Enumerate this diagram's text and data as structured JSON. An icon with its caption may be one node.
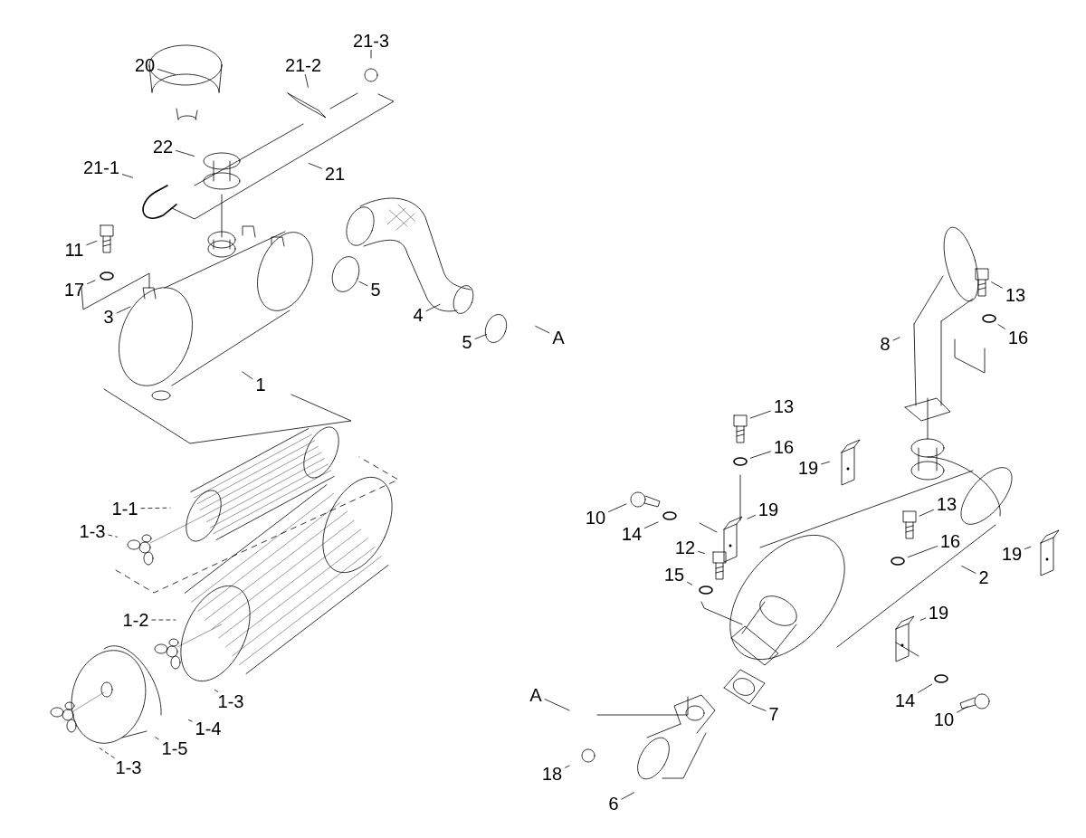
{
  "diagram": {
    "nodes": [
      {
        "text": [
          "20"
        ]
      },
      {
        "text": [
          "21-2"
        ]
      },
      {
        "text": [
          "21-3"
        ]
      },
      {
        "text": [
          "22"
        ]
      },
      {
        "text": [
          "21-1"
        ]
      },
      {
        "text": [
          "21"
        ]
      },
      {
        "text": [
          "11"
        ]
      },
      {
        "text": [
          "17"
        ]
      },
      {
        "text": [
          "3"
        ]
      },
      {
        "text": [
          "5"
        ]
      },
      {
        "text": [
          "4"
        ]
      },
      {
        "text": [
          "5"
        ]
      },
      {
        "text": [
          "A"
        ]
      },
      {
        "text": [
          "1"
        ]
      },
      {
        "text": [
          "1-1"
        ]
      },
      {
        "text": [
          "1-3"
        ]
      },
      {
        "text": [
          "1-2"
        ]
      },
      {
        "text": [
          "1-3"
        ]
      },
      {
        "text": [
          "1-4"
        ]
      },
      {
        "text": [
          "1-5"
        ]
      },
      {
        "text": [
          "1-3"
        ]
      },
      {
        "text": [
          "13"
        ]
      },
      {
        "text": [
          "16"
        ]
      },
      {
        "text": [
          "8"
        ]
      },
      {
        "text": [
          "13"
        ]
      },
      {
        "text": [
          "16"
        ]
      },
      {
        "text": [
          "19"
        ]
      },
      {
        "text": [
          "10"
        ]
      },
      {
        "text": [
          "14"
        ]
      },
      {
        "text": [
          "19"
        ]
      },
      {
        "text": [
          "13"
        ]
      },
      {
        "text": [
          "12"
        ]
      },
      {
        "text": [
          "16"
        ]
      },
      {
        "text": [
          "15"
        ]
      },
      {
        "text": [
          "2"
        ]
      },
      {
        "text": [
          "19"
        ]
      },
      {
        "text": [
          "19"
        ]
      },
      {
        "text": [
          "7"
        ]
      },
      {
        "text": [
          "14"
        ]
      },
      {
        "text": [
          "10"
        ]
      },
      {
        "text": [
          "A"
        ]
      },
      {
        "text": [
          "18"
        ]
      },
      {
        "text": [
          "6"
        ]
      }
    ],
    "edges": [
      {
        "from": 0,
        "to": null,
        "arrow": "none"
      },
      {
        "from": 1,
        "to": null,
        "arrow": "none"
      },
      {
        "from": 2,
        "to": null,
        "arrow": "none"
      },
      {
        "from": 3,
        "to": null,
        "arrow": "none"
      },
      {
        "from": 4,
        "to": null,
        "arrow": "none"
      },
      {
        "from": 5,
        "to": null,
        "arrow": "none"
      },
      {
        "from": 6,
        "to": null,
        "arrow": "none"
      },
      {
        "from": 7,
        "to": null,
        "arrow": "none"
      },
      {
        "from": 8,
        "to": null,
        "arrow": "none"
      },
      {
        "from": 9,
        "to": null,
        "arrow": "none"
      },
      {
        "from": 10,
        "to": null,
        "arrow": "none"
      },
      {
        "from": 11,
        "to": null,
        "arrow": "none"
      },
      {
        "from": 12,
        "to": null,
        "arrow": "none"
      },
      {
        "from": 13,
        "to": null,
        "arrow": "none"
      },
      {
        "from": 14,
        "to": null,
        "arrow": "none",
        "style": "dashed"
      },
      {
        "from": 15,
        "to": null,
        "arrow": "none",
        "style": "dashed"
      },
      {
        "from": 16,
        "to": null,
        "arrow": "none",
        "style": "dashed"
      },
      {
        "from": 17,
        "to": null,
        "arrow": "none",
        "style": "dashed"
      },
      {
        "from": 18,
        "to": null,
        "arrow": "none",
        "style": "dashed"
      },
      {
        "from": 19,
        "to": null,
        "arrow": "none",
        "style": "dashed"
      },
      {
        "from": 20,
        "to": null,
        "arrow": "none",
        "style": "dashed"
      },
      {
        "from": 21,
        "to": null,
        "arrow": "none"
      },
      {
        "from": 22,
        "to": null,
        "arrow": "none"
      },
      {
        "from": 23,
        "to": null,
        "arrow": "none"
      },
      {
        "from": 24,
        "to": null,
        "arrow": "none"
      },
      {
        "from": 25,
        "to": null,
        "arrow": "none"
      },
      {
        "from": 26,
        "to": null,
        "arrow": "none"
      },
      {
        "from": 27,
        "to": null,
        "arrow": "none"
      },
      {
        "from": 28,
        "to": null,
        "arrow": "none"
      },
      {
        "from": 29,
        "to": null,
        "arrow": "none"
      },
      {
        "from": 30,
        "to": null,
        "arrow": "none"
      },
      {
        "from": 31,
        "to": null,
        "arrow": "none"
      },
      {
        "from": 32,
        "to": null,
        "arrow": "none"
      },
      {
        "from": 33,
        "to": null,
        "arrow": "none"
      },
      {
        "from": 34,
        "to": null,
        "arrow": "none"
      },
      {
        "from": 35,
        "to": null,
        "arrow": "none"
      },
      {
        "from": 36,
        "to": null,
        "arrow": "none"
      },
      {
        "from": 37,
        "to": null,
        "arrow": "none"
      },
      {
        "from": 38,
        "to": null,
        "arrow": "none"
      },
      {
        "from": 39,
        "to": null,
        "arrow": "none"
      },
      {
        "from": 40,
        "to": null,
        "arrow": "none"
      },
      {
        "from": 41,
        "to": null,
        "arrow": "none"
      },
      {
        "from": 42,
        "to": null,
        "arrow": "none"
      }
    ]
  }
}
